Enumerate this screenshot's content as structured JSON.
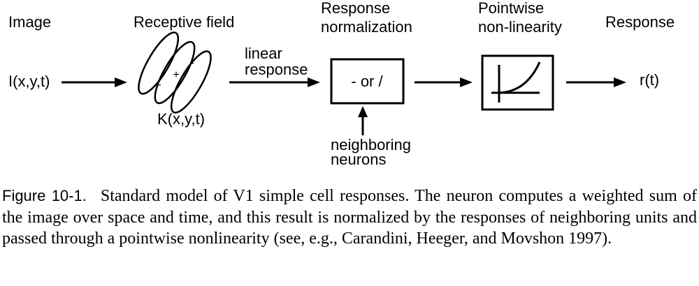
{
  "diagram": {
    "headers": {
      "image": "Image",
      "receptive_field": "Receptive field",
      "response_normalization_line1": "Response",
      "response_normalization_line2": "normalization",
      "pointwise_line1": "Pointwise",
      "pointwise_line2": "non-linearity",
      "response": "Response"
    },
    "input_label": "I(x,y,t)",
    "kernel_label": "K(x,y,t)",
    "kernel_signs": [
      "-",
      "+",
      "-"
    ],
    "linear_response_line1": "linear",
    "linear_response_line2": "response",
    "normalization_box_text": "- or /",
    "neighboring_line1": "neighboring",
    "neighboring_line2": "neurons",
    "output_label": "r(t)"
  },
  "caption": {
    "figure_label": "Figure 10-1.",
    "text": "Standard model of V1 simple cell responses. The neuron computes a weighted sum of the image over space and time, and this result is normalized by the responses of neighboring units and passed through a pointwise nonlinearity (see, e.g., Carandini, Heeger, and Movshon 1997)."
  }
}
